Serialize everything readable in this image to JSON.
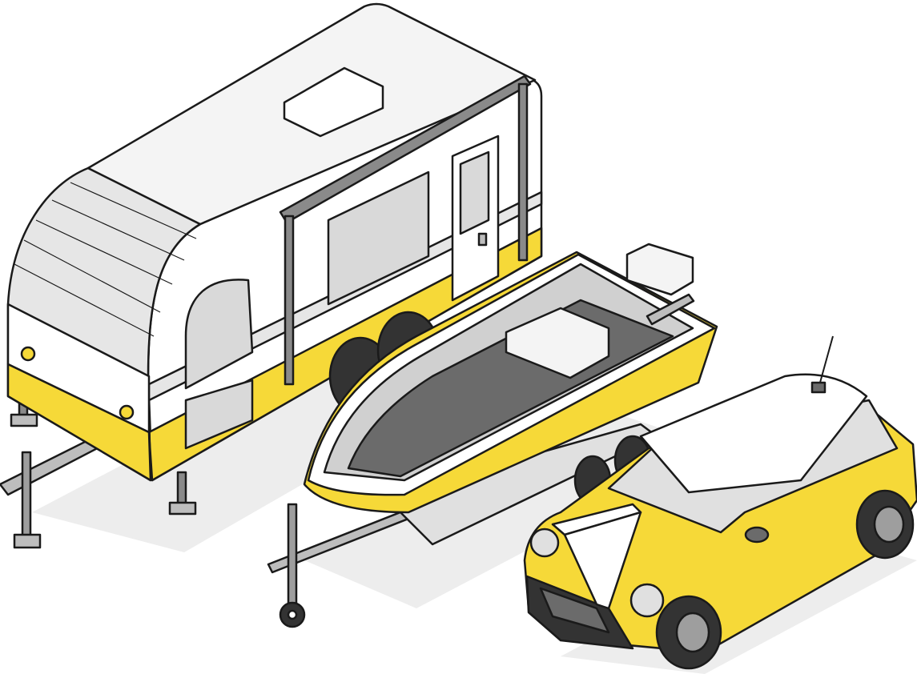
{
  "illustration": {
    "subjects": [
      "camper-trailer",
      "boat-on-trailer",
      "compact-car"
    ],
    "colors": {
      "yellow": "#F6D938",
      "white": "#FFFFFF",
      "light_gray": "#E6E6E6",
      "mid_gray": "#BDBDBD",
      "dark_gray": "#6B6B6B",
      "outline": "#1A1A1A",
      "shadow": "#EDEDED"
    }
  }
}
